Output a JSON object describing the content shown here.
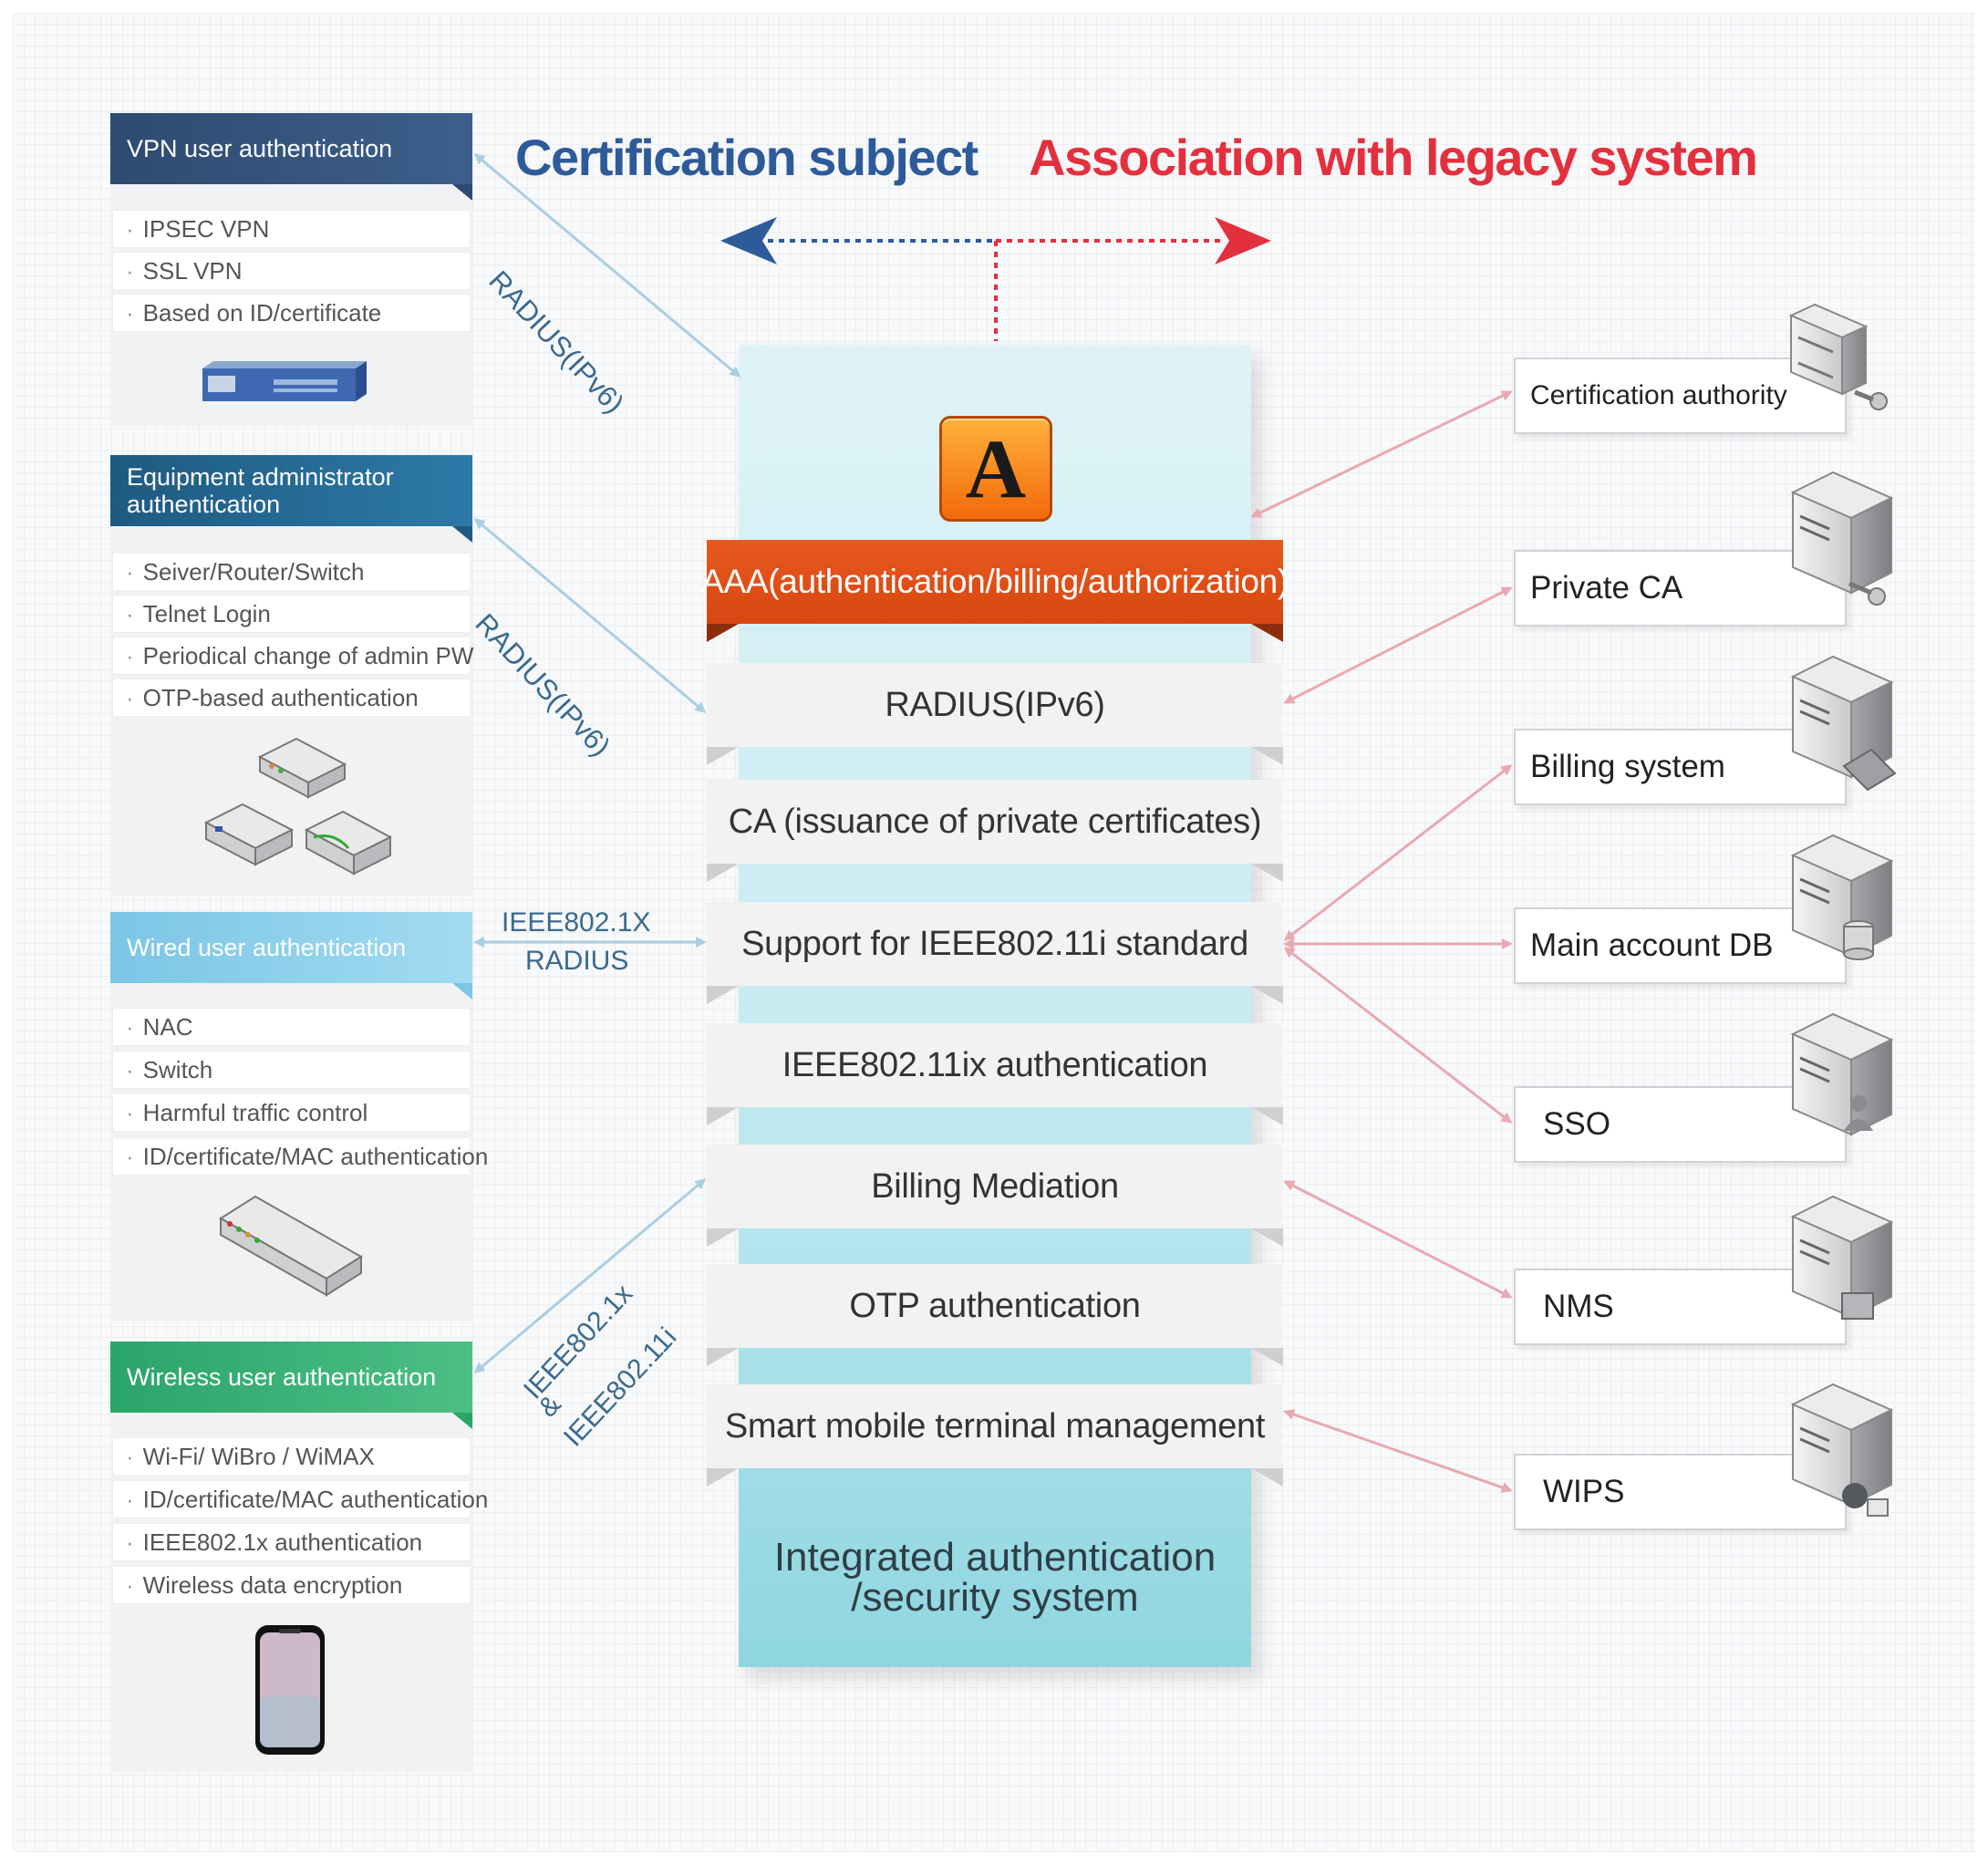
{
  "titles": {
    "left": "Certification subject",
    "right": "Association with legacy system"
  },
  "left_panels": [
    {
      "header": "VPN user authentication",
      "items": [
        "IPSEC VPN",
        "SSL VPN",
        "Based on ID/certificate"
      ]
    },
    {
      "header": "Equipment administrator authentication",
      "items": [
        "Seiver/Router/Switch",
        "Telnet Login",
        "Periodical change of admin PW",
        "OTP-based authentication"
      ]
    },
    {
      "header": "Wired user authentication",
      "items": [
        "NAC",
        "Switch",
        "Harmful traffic control",
        "ID/certificate/MAC authentication"
      ]
    },
    {
      "header": "Wireless user authentication",
      "items": [
        "Wi-Fi/ WiBro / WiMAX",
        "ID/certificate/MAC authentication",
        "IEEE802.1x authentication",
        "Wireless data encryption"
      ]
    }
  ],
  "arrow_labels": {
    "vpn": "RADIUS(IPv6)",
    "equip": "RADIUS(IPv6)",
    "wired_line1": "IEEE802.1X",
    "wired_line2": "RADIUS",
    "wireless_line1": "IEEE802.1x",
    "wireless_line2": "&",
    "wireless_line3": "IEEE802.11i"
  },
  "center": {
    "layers": [
      "AAA(authentication/billing/authorization)",
      "RADIUS(IPv6)",
      "CA (issuance of private certificates)",
      "Support for IEEE802.11i standard",
      "IEEE802.11ix authentication",
      "Billing Mediation",
      "OTP authentication",
      "Smart mobile terminal management"
    ],
    "system_line1": "Integrated authentication",
    "system_line2": "/security system"
  },
  "right_boxes": [
    {
      "label": "Certification authority",
      "icon": "server-key-icon"
    },
    {
      "label": "Private CA",
      "icon": "server-key-icon"
    },
    {
      "label": "Billing system",
      "icon": "server-card-icon"
    },
    {
      "label": "Main account DB",
      "icon": "server-database-icon"
    },
    {
      "label": "SSO",
      "icon": "server-user-icon"
    },
    {
      "label": "NMS",
      "icon": "server-monitor-icon"
    },
    {
      "label": "WIPS",
      "icon": "server-globe-icon"
    }
  ],
  "colors": {
    "blue_title": "#2d5b9a",
    "red_title": "#e4303e",
    "aaa_orange": "#e2511a",
    "left_arrow": "#a9cfe0",
    "right_arrow": "#e8a9b1"
  }
}
